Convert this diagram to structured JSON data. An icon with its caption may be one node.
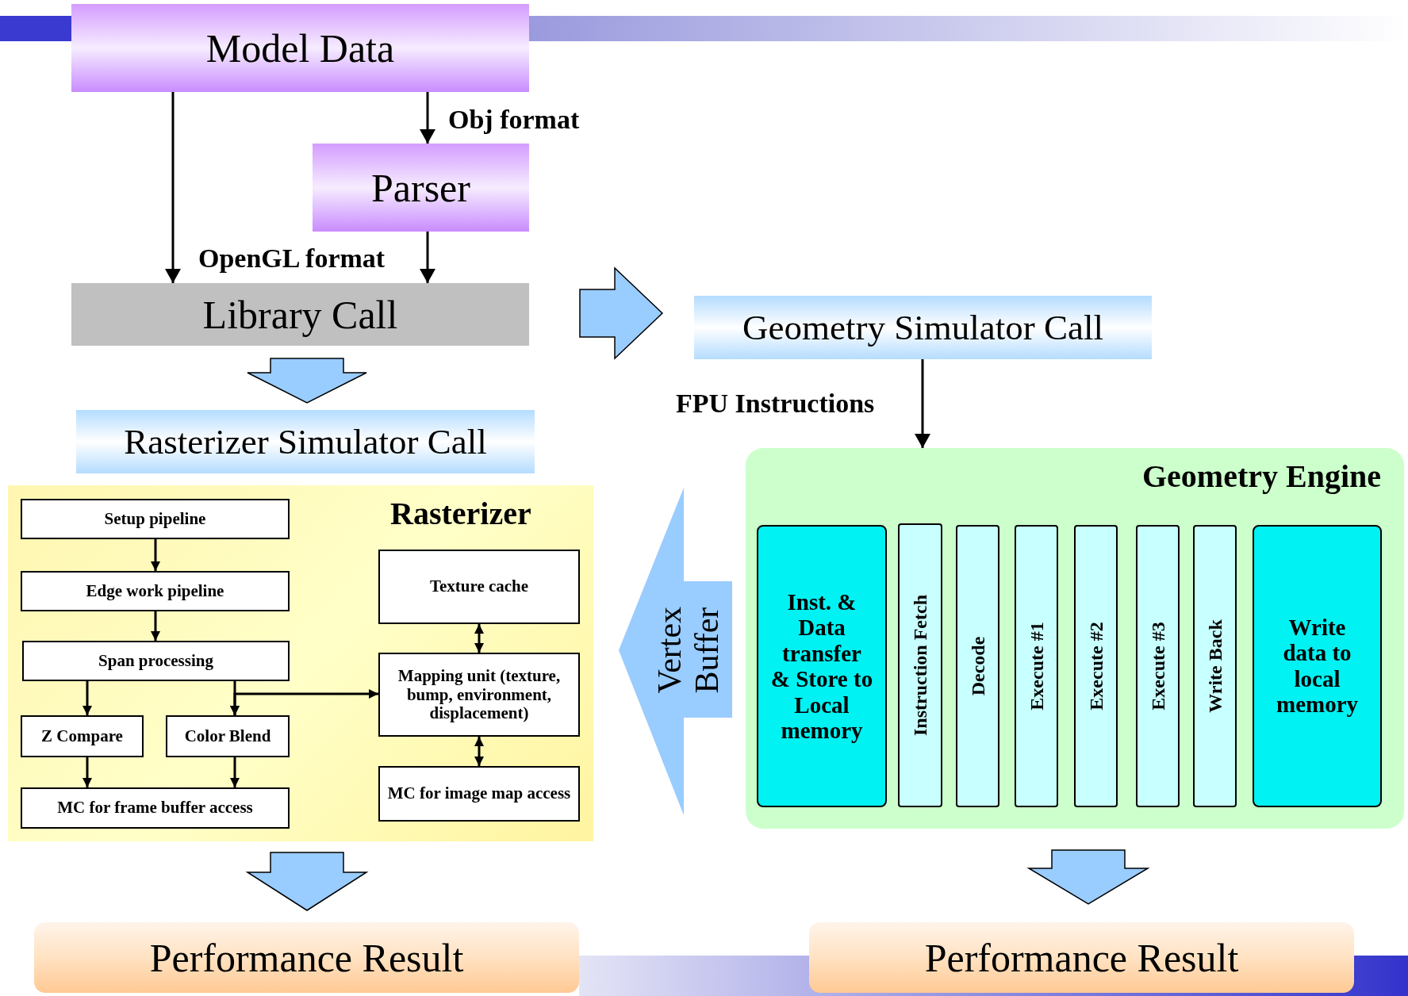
{
  "diagram": {
    "nodes": [
      {
        "text": [
          "Model Data"
        ]
      },
      {
        "text": [
          "Parser"
        ]
      },
      {
        "text": [
          "Library Call"
        ]
      },
      {
        "text": [
          "Geometry Simulator Call"
        ]
      },
      {
        "text": [
          "Rasterizer Simulator Call"
        ]
      },
      {
        "text": [
          "Rasterizer"
        ]
      },
      {
        "text": [
          "Setup pipeline"
        ],
        "in": 5
      },
      {
        "text": [
          "Edge work pipeline"
        ],
        "in": 5
      },
      {
        "text": [
          "Span processing"
        ],
        "in": 5
      },
      {
        "text": [
          "Z Compare"
        ],
        "in": 5
      },
      {
        "text": [
          "Color Blend"
        ],
        "in": 5
      },
      {
        "text": [
          "MC for frame buffer access"
        ],
        "in": 5
      },
      {
        "text": [
          "Texture cache"
        ],
        "in": 5
      },
      {
        "text": [
          "Mapping unit (texture, bump, environment, displacement)"
        ],
        "in": 5
      },
      {
        "text": [
          "MC for image map access"
        ],
        "in": 5
      },
      {
        "text": [
          "Vertex Buffer"
        ]
      },
      {
        "text": [
          "Geometry Engine"
        ]
      },
      {
        "text": [
          "Inst. & Data transfer & Store to Local memory"
        ],
        "in": 16
      },
      {
        "text": [
          "Instruction Fetch"
        ],
        "in": 16
      },
      {
        "text": [
          "Decode"
        ],
        "in": 16
      },
      {
        "text": [
          "Execute #1"
        ],
        "in": 16
      },
      {
        "text": [
          "Execute #2"
        ],
        "in": 16
      },
      {
        "text": [
          "Execute #3"
        ],
        "in": 16
      },
      {
        "text": [
          "Write Back"
        ],
        "in": 16
      },
      {
        "text": [
          "Write data to local memory"
        ],
        "in": 16
      },
      {
        "text": [
          "Performance Result"
        ]
      },
      {
        "text": [
          "Performance Result"
        ]
      }
    ],
    "edges": [
      {
        "from": 0,
        "to": 2,
        "arrow": "to",
        "label": "OpenGL format"
      },
      {
        "from": 0,
        "to": 1,
        "arrow": "to",
        "label": "Obj format"
      },
      {
        "from": 1,
        "to": 2,
        "arrow": "to"
      },
      {
        "from": 2,
        "to": 3,
        "arrow": "to",
        "style": "thick"
      },
      {
        "from": 2,
        "to": 4,
        "arrow": "to",
        "style": "thick"
      },
      {
        "from": 3,
        "to": 16,
        "arrow": "to",
        "label": "FPU Instructions"
      },
      {
        "from": 6,
        "to": 7,
        "arrow": "to"
      },
      {
        "from": 7,
        "to": 8,
        "arrow": "to"
      },
      {
        "from": 8,
        "to": 9,
        "arrow": "to"
      },
      {
        "from": 8,
        "to": 10,
        "arrow": "to"
      },
      {
        "from": 9,
        "to": 11,
        "arrow": "to"
      },
      {
        "from": 10,
        "to": 11,
        "arrow": "to"
      },
      {
        "from": 12,
        "to": 13,
        "arrow": "both"
      },
      {
        "from": 13,
        "to": 14,
        "arrow": "both"
      },
      {
        "from": 10,
        "to": 13,
        "arrow": "both"
      },
      {
        "from": 5,
        "to": 25,
        "arrow": "to",
        "style": "thick"
      },
      {
        "from": 16,
        "to": 26,
        "arrow": "to",
        "style": "thick"
      }
    ]
  }
}
